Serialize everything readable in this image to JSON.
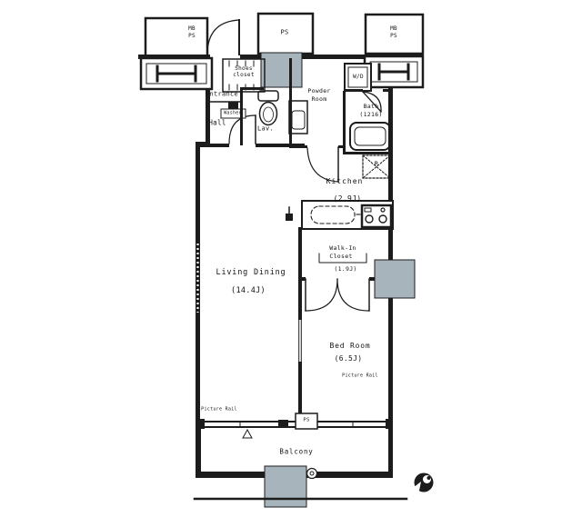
{
  "colors": {
    "background": "#ffffff",
    "line": "#1c1c1c",
    "column_gray": "#a7b4bb"
  },
  "plan": {
    "rooms": {
      "living_dining": {
        "label": "Living Dining",
        "area": "(14.4J)"
      },
      "bed_room": {
        "label": "Bed Room",
        "area": "(6.5J)"
      },
      "kitchen": {
        "label": "Kitchen",
        "area": "(2.9J)"
      },
      "walk_in_closet": {
        "label_line1": "Walk-In",
        "label_line2": "Closet",
        "area": "(1.9J)"
      },
      "balcony": {
        "label": "Balcony"
      },
      "entrance": {
        "label": "Entrance"
      },
      "hall": {
        "label": "Hall"
      },
      "lavatory": {
        "label": "Lav."
      },
      "powder_room": {
        "label_line1": "Powder",
        "label_line2": "Room"
      },
      "bath": {
        "label": "Bath",
        "size": "(1216)"
      },
      "shoes_closet": {
        "label_line1": "Shoes",
        "label_line2": "closet"
      }
    },
    "equipment": {
      "washer": "Washer",
      "washer_dryer": "W/D",
      "refrigerator": "R",
      "pipe_space": "PS",
      "meter_box": {
        "line1": "MB",
        "line2": "PS"
      },
      "picture_rail": "Picture Rail"
    }
  }
}
